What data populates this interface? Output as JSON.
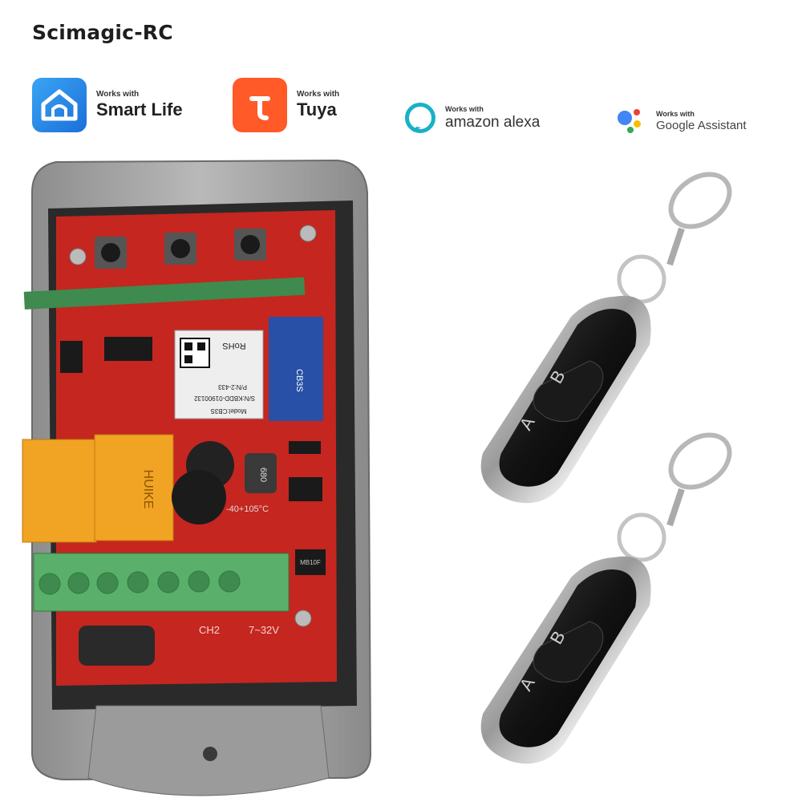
{
  "brand": {
    "name": "Scimagic-RC"
  },
  "badges": {
    "smart_life": {
      "works_with": "Works with",
      "name": "Smart Life",
      "icon": "smart-life-house-icon",
      "color": "#2a8be8"
    },
    "tuya": {
      "works_with": "Works with",
      "name": "Tuya",
      "icon": "tuya-t-icon",
      "color": "#ff5a27"
    },
    "alexa": {
      "works_with": "Works with",
      "name": "amazon alexa",
      "icon": "alexa-ring-icon",
      "color": "#1ab0c8"
    },
    "google": {
      "works_with": "Works with",
      "name": "Google Assistant",
      "icon": "google-assistant-dots-icon"
    }
  },
  "receiver": {
    "board_labels": {
      "rohs": "RoHS",
      "pn": "P/N:2-433",
      "sn": "S/N:KBDD-01900132",
      "model": "Model:CB3S",
      "module": "CB3S",
      "relay_brand": "HUIKE",
      "capacitor": "-40+105°C",
      "inductor": "680",
      "bridge": "MB10F",
      "channel": "CH2",
      "voltage": "7~32V"
    }
  },
  "remotes": {
    "buttons": [
      "B",
      "A"
    ],
    "count": 2
  }
}
